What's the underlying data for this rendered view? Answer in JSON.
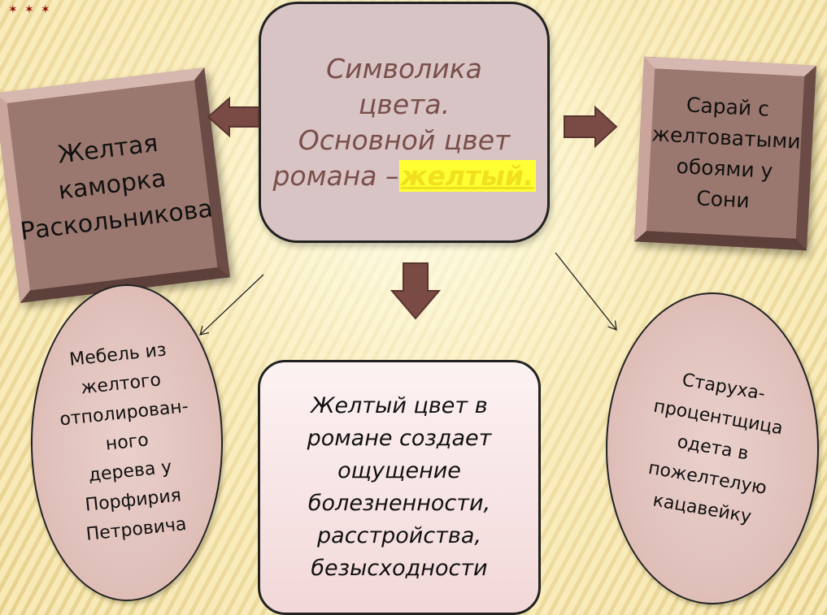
{
  "center": {
    "line1": "Символика",
    "line2": "цвета.",
    "line3": "Основной цвет",
    "line4_prefix": "романа –",
    "highlight": "желтый."
  },
  "left_box": {
    "text": "Желтая\nкаморка\nРаскольникова"
  },
  "right_box": {
    "text": "Сарай с\nжелтоватыми\nобоями  у\nСони"
  },
  "left_ellipse": {
    "text": "Мебель из\nжелтого\nотполирован-\nного\nдерева у\nПорфирия\nПетровича"
  },
  "right_ellipse": {
    "text": "Старуха-\nпроцентщица\nодета в\nпожелтелую\nкацавейку"
  },
  "bottom_box": {
    "text": "Желтый цвет в\nромане создает\nощущение\nболезненности,\nрасстройства,\nбезысходности"
  },
  "colors": {
    "block_arrow": "#7a4a44",
    "highlight_bg": "#ffff33",
    "center_text": "#7a4e4a"
  }
}
